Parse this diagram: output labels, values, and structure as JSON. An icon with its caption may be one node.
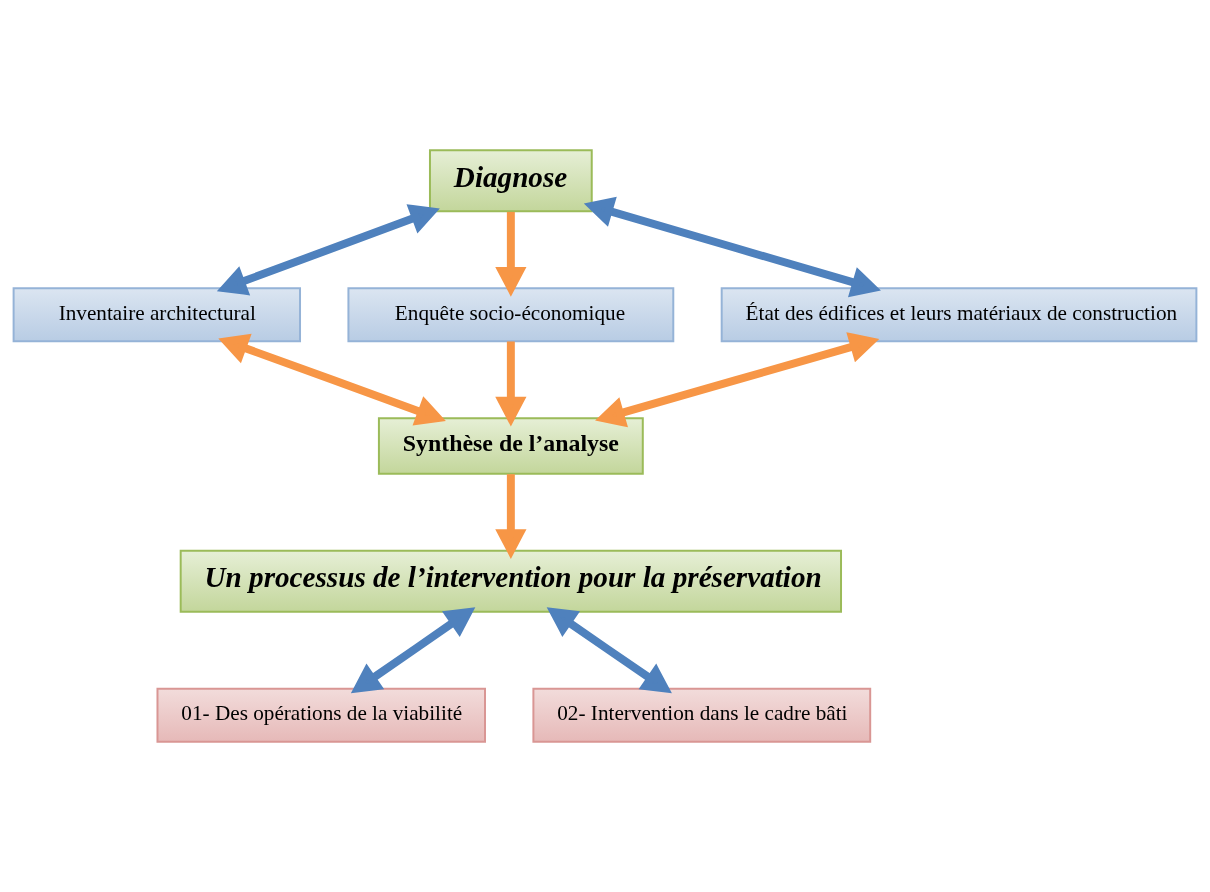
{
  "diagram": {
    "nodes": [
      {
        "text": [
          "Diagnose"
        ]
      },
      {
        "text": [
          "Inventaire architectural"
        ]
      },
      {
        "text": [
          "Enquête socio-économique"
        ]
      },
      {
        "text": [
          "État des édifices et leurs matériaux de construction"
        ]
      },
      {
        "text": [
          "Synthèse de l’analyse"
        ]
      },
      {
        "text": [
          "Un processus de l’intervention pour la préservation"
        ]
      },
      {
        "text": [
          "01- Des opérations de la viabilité"
        ]
      },
      {
        "text": [
          "02- Intervention dans le cadre bâti"
        ]
      }
    ],
    "edges": [
      {
        "from": 0,
        "to": 1,
        "arrow": "both",
        "color": "#4f81bd"
      },
      {
        "from": 0,
        "to": 2,
        "arrow": "to"
      },
      {
        "from": 0,
        "to": 3,
        "arrow": "both",
        "color": "#4f81bd"
      },
      {
        "from": 1,
        "to": 4,
        "arrow": "both"
      },
      {
        "from": 2,
        "to": 4,
        "arrow": "to"
      },
      {
        "from": 3,
        "to": 4,
        "arrow": "both"
      },
      {
        "from": 4,
        "to": 5,
        "arrow": "to"
      },
      {
        "from": 5,
        "to": 6,
        "arrow": "both",
        "color": "#4f81bd"
      },
      {
        "from": 5,
        "to": 7,
        "arrow": "both",
        "color": "#4f81bd"
      }
    ]
  }
}
